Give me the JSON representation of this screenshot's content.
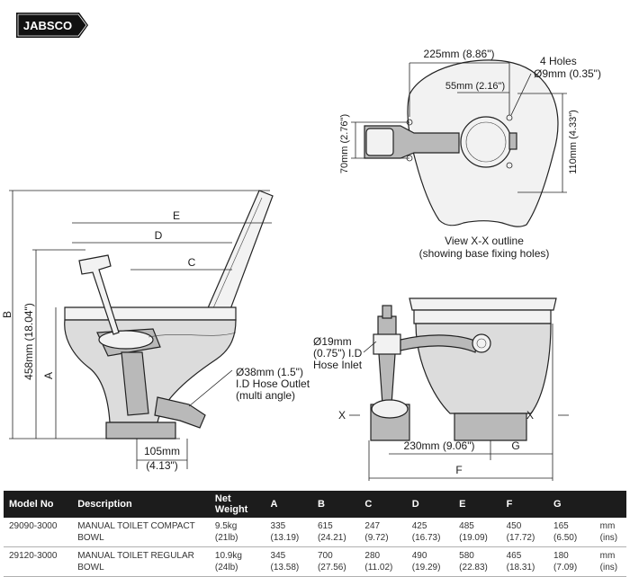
{
  "brand": {
    "logo_text": "JABSCO"
  },
  "top_view": {
    "width_label": "225mm (8.86\")",
    "center_label": "55mm (2.16\")",
    "holes_label_1": "4 Holes",
    "holes_label_2": "Ø9mm (0.35\")",
    "left_height_label": "70mm (2.76\")",
    "right_height_label": "110mm (4.33\")",
    "caption_1": "View X-X outline",
    "caption_2": "(showing base fixing holes)"
  },
  "side_view": {
    "label_E": "E",
    "label_D": "D",
    "label_C": "C",
    "label_B": "B",
    "label_A": "A",
    "height_label": "458mm (18.04\")",
    "outlet_1": "Ø38mm (1.5\")",
    "outlet_2": "I.D Hose Outlet",
    "outlet_3": "(multi angle)",
    "base_1": "105mm",
    "base_2": "(4.13\")"
  },
  "front_view": {
    "inlet_1": "Ø19mm",
    "inlet_2": "(0.75\") I.D",
    "inlet_3": "Hose Inlet",
    "x_left": "X",
    "x_right": "X",
    "base_label": "230mm (9.06\")",
    "label_G": "G",
    "label_F": "F"
  },
  "table": {
    "headers": [
      "Model No",
      "Description",
      "Net Weight",
      "A",
      "B",
      "C",
      "D",
      "E",
      "F",
      "G",
      ""
    ],
    "rows": [
      {
        "model": "29090-3000",
        "description": "MANUAL TOILET COMPACT BOWL",
        "weight": "9.5kg",
        "weight_alt": "(21lb)",
        "values": [
          "335",
          "615",
          "247",
          "425",
          "485",
          "450",
          "165"
        ],
        "values_in": [
          "(13.19)",
          "(24.21)",
          "(9.72)",
          "(16.73)",
          "(19.09)",
          "(17.72)",
          "(6.50)"
        ],
        "unit": "mm",
        "unit_alt": "(ins)"
      },
      {
        "model": "29120-3000",
        "description": "MANUAL TOILET REGULAR BOWL",
        "weight": "10.9kg",
        "weight_alt": "(24lb)",
        "values": [
          "345",
          "700",
          "280",
          "490",
          "580",
          "465",
          "180"
        ],
        "values_in": [
          "(13.58)",
          "(27.56)",
          "(11.02)",
          "(19.29)",
          "(22.83)",
          "(18.31)",
          "(7.09)"
        ],
        "unit": "mm",
        "unit_alt": "(ins)"
      }
    ]
  }
}
